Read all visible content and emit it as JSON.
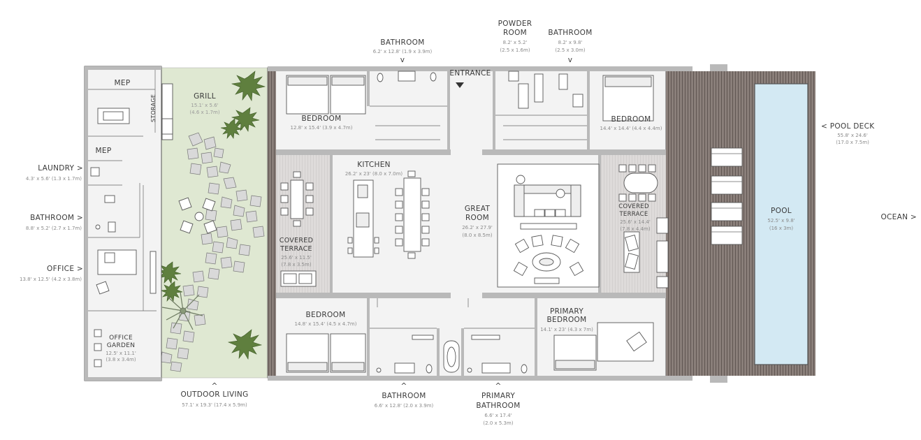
{
  "colors": {
    "wall": "#b9b9b9",
    "floor": "#f3f3f3",
    "deck": "#8a7f7a",
    "deck_line": "#5f5551",
    "garden": "#dfe8d2",
    "pool": "#d3e9f3",
    "plant": "#5f7f3e",
    "stone": "#d9d9d9"
  },
  "rooms": {
    "mep_top": {
      "name": "MEP"
    },
    "mep_lower": {
      "name": "MEP"
    },
    "storage": {
      "name": "STORAGE"
    },
    "grill": {
      "name": "GRILL",
      "dim_ft": "15.1' x 5.6'",
      "dim_m": "(4.6 x 1.7m)"
    },
    "laundry": {
      "name": "LAUNDRY >",
      "dim": "4.3' x 5.6' (1.3 x 1.7m)"
    },
    "bathroom_left": {
      "name": "BATHROOM  >",
      "dim": "8.8' x 5.2' (2.7 x 1.7m)"
    },
    "office": {
      "name": "OFFICE >",
      "dim": "13.8' x 12.5' (4.2 x 3.8m)"
    },
    "office_garden": {
      "name1": "OFFICE",
      "name2": "GARDEN",
      "dim_ft": "12.5' x 11.1'",
      "dim_m": "(3.8 x 3.4m)"
    },
    "outdoor_living": {
      "name": "OUTDOOR LIVING",
      "dim": "57.1' x 19.3' (17.4 x 5.9m)",
      "arrow": "^"
    },
    "bathroom_top": {
      "name": "BATHROOM",
      "dim": "6.2' x 12.8' (1.9 x 3.9m)",
      "arrow": "v"
    },
    "powder_room": {
      "name1": "POWDER",
      "name2": "ROOM",
      "dim_ft": "8.2' x 5.2'",
      "dim_m": "(2.5 x 1.6m)"
    },
    "bathroom_top_right": {
      "name": "BATHROOM",
      "dim_ft": "8.2' x 9.8'",
      "dim_m": "(2.5 x 3.0m)",
      "arrow": "v"
    },
    "entrance": {
      "name": "ENTRANCE"
    },
    "bedroom_nw": {
      "name": "BEDROOM",
      "dim": "12.8' x 15.4' (3.9 x 4.7m)"
    },
    "bedroom_ne": {
      "name": "BEDROOM",
      "dim": "14.4' x 14.4' (4.4 x 4.4m)"
    },
    "kitchen": {
      "name": "KITCHEN",
      "dim": "26.2' x 23' (8.0 x 7.0m)"
    },
    "great_room": {
      "name1": "GREAT",
      "name2": "ROOM",
      "dim_ft": "26.2' x 27.9'",
      "dim_m": "(8.0 x 8.5m)"
    },
    "covered_terrace_w": {
      "name1": "COVERED",
      "name2": "TERRACE",
      "dim_ft": "25.6' x 11.5'",
      "dim_m": "(7.8 x 3.5m)"
    },
    "covered_terrace_e": {
      "name1": "COVERED",
      "name2": "TERRACE",
      "dim_ft": "25.6' x 14.4'",
      "dim_m": "(7.8 x 4.4m)"
    },
    "bedroom_sw": {
      "name": "BEDROOM",
      "dim": "14.8' x 15.4' (4.5 x 4.7m)"
    },
    "primary_bedroom": {
      "name1": "PRIMARY",
      "name2": "BEDROOM",
      "dim": "14.1' x 23' (4.3 x 7m)"
    },
    "bathroom_bottom": {
      "name": "BATHROOM",
      "dim": "6.6' x 12.8' (2.0 x 3.9m)",
      "arrow": "^"
    },
    "primary_bathroom": {
      "name1": "PRIMARY",
      "name2": "BATHROOM",
      "dim_ft": "6.6' x 17.4'",
      "dim_m": "(2.0 x 5.3m)",
      "arrow": "^"
    },
    "pool_deck": {
      "name": "< POOL DECK",
      "dim_ft": "55.8' x 24.6'",
      "dim_m": "(17.0 x 7.5m)"
    },
    "pool": {
      "name": "POOL",
      "dim_ft": "52.5' x 9.8'",
      "dim_m": "(16 x 3m)"
    },
    "ocean": {
      "name": "OCEAN  >"
    }
  }
}
